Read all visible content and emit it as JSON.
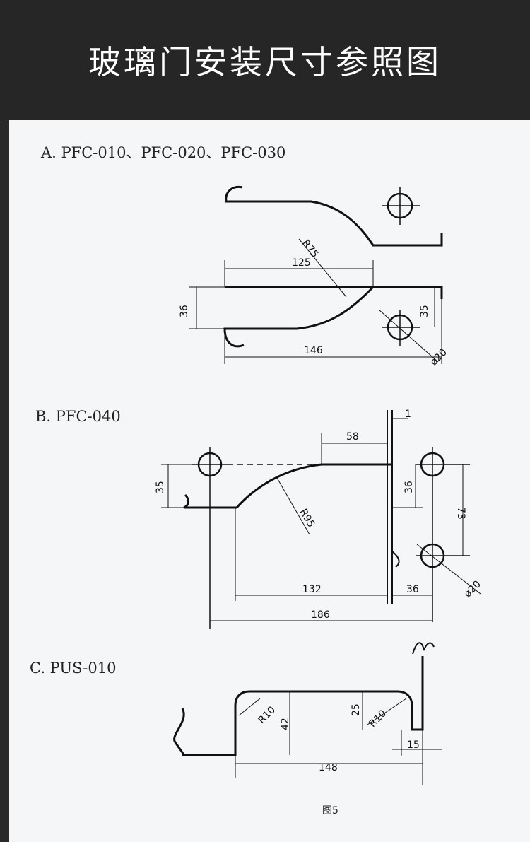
{
  "header": {
    "title": "玻璃门安装尺寸参照图"
  },
  "sections": [
    {
      "label": "A. PFC-010、PFC-020、PFC-030",
      "dims": {
        "a1": "R75",
        "a2": "125",
        "a3": "36",
        "a4": "35",
        "a5": "146",
        "a6": "ø20"
      }
    },
    {
      "label": "B. PFC-040",
      "dims": {
        "b1": "1",
        "b2": "58",
        "b3": "35",
        "b4": "36",
        "b5": "R95",
        "b6": "73",
        "b7": "132",
        "b8": "36",
        "b9": "ø20",
        "b10": "186"
      }
    },
    {
      "label": "C. PUS-010",
      "dims": {
        "c1": "R10",
        "c2": "42",
        "c3": "25",
        "c4": "R10",
        "c5": "15",
        "c6": "148"
      }
    }
  ],
  "figure_caption": "图5"
}
